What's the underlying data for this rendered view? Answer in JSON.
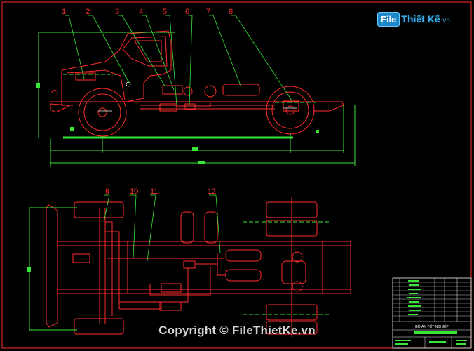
{
  "logo": {
    "box": "File",
    "text": "Thiết Kế",
    "domain": ".vn"
  },
  "watermark": "Copyright © FileThietKe.vn",
  "part_labels": [
    "1",
    "2",
    "3",
    "4",
    "5",
    "6",
    "7",
    "8",
    "9",
    "10",
    "11",
    "12"
  ],
  "title_block": {
    "project": "ĐỒ ÁN TỐT NGHIỆP"
  },
  "colors": {
    "outline": "#ff2d2d",
    "leader": "#37e637",
    "dimension": "#37e637",
    "detail": "#f2f2f2",
    "accent": "#1e88c8"
  }
}
